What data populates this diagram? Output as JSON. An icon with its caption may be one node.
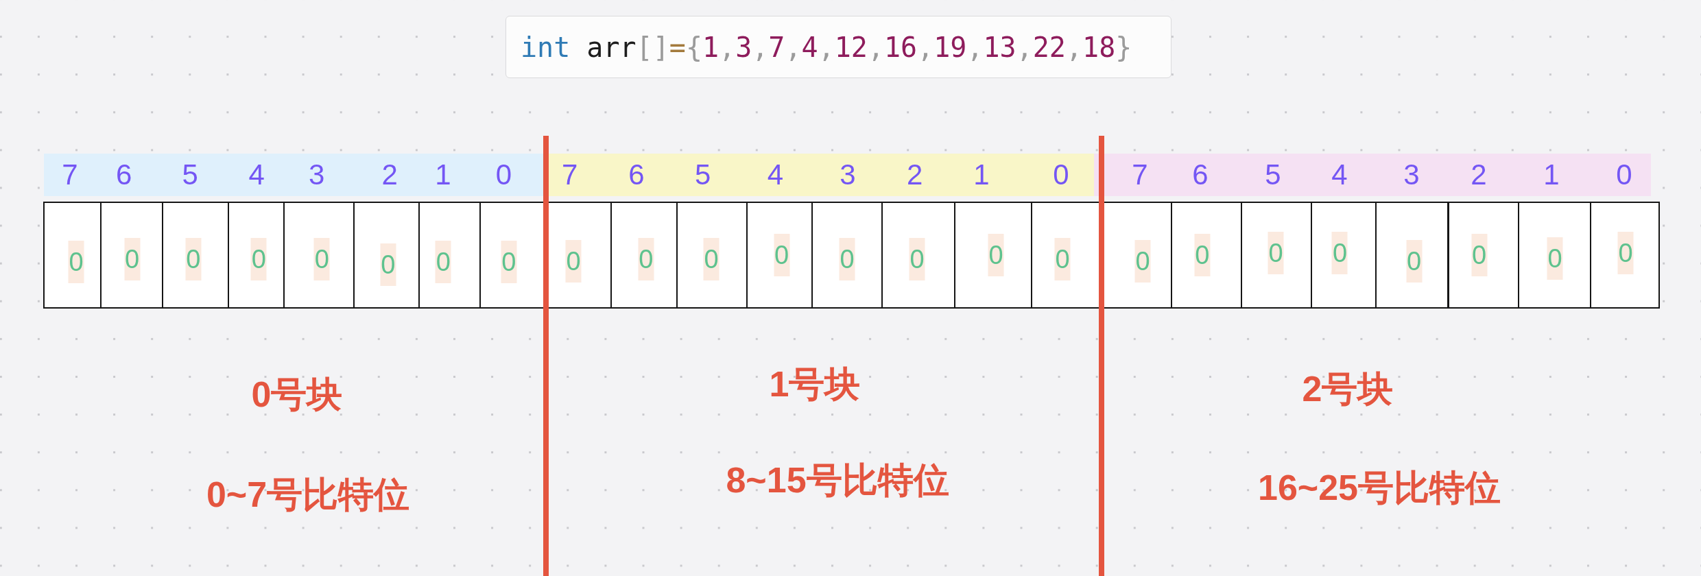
{
  "diagram": {
    "nodes": [
      {
        "text": [
          "int arr[]={1,3,7,4,12,16,19,13,22,18}"
        ]
      },
      {
        "text": [
          "7",
          "6",
          "5",
          "4",
          "3",
          "2",
          "1",
          "0"
        ]
      },
      {
        "text": [
          "7",
          "6",
          "5",
          "4",
          "3",
          "2",
          "1",
          "0"
        ]
      },
      {
        "text": [
          "7",
          "6",
          "5",
          "4",
          "3",
          "2",
          "1",
          "0"
        ]
      },
      {
        "text": [
          "0"
        ]
      },
      {
        "text": [
          "0"
        ]
      },
      {
        "text": [
          "0"
        ]
      },
      {
        "text": [
          "0"
        ]
      },
      {
        "text": [
          "0"
        ]
      },
      {
        "text": [
          "0"
        ]
      },
      {
        "text": [
          "0"
        ]
      },
      {
        "text": [
          "0"
        ]
      },
      {
        "text": [
          "0"
        ]
      },
      {
        "text": [
          "0"
        ]
      },
      {
        "text": [
          "0"
        ]
      },
      {
        "text": [
          "0"
        ]
      },
      {
        "text": [
          "0"
        ]
      },
      {
        "text": [
          "0"
        ]
      },
      {
        "text": [
          "0"
        ]
      },
      {
        "text": [
          "0"
        ]
      },
      {
        "text": [
          "0"
        ]
      },
      {
        "text": [
          "0"
        ]
      },
      {
        "text": [
          "0"
        ]
      },
      {
        "text": [
          "0"
        ]
      },
      {
        "text": [
          "0"
        ]
      },
      {
        "text": [
          "0"
        ]
      },
      {
        "text": [
          "0"
        ]
      },
      {
        "text": [
          "0"
        ]
      }
    ],
    "labels": [
      "0号块",
      "1号块",
      "2号块",
      "0~7号比特位",
      "8~15号比特位",
      "16~25号比特位"
    ]
  }
}
